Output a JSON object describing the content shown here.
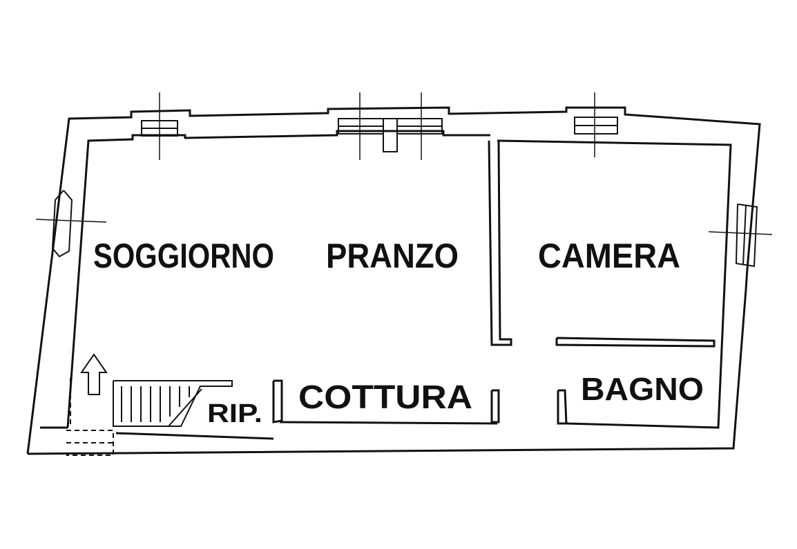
{
  "rooms": {
    "soggiorno": "SOGGIORNO",
    "pranzo": "PRANZO",
    "camera": "CAMERA",
    "cottura": "COTTURA",
    "bagno": "BAGNO",
    "ripostiglio": "RIP."
  },
  "colors": {
    "line": "#111111",
    "background": "#ffffff"
  },
  "icons": {
    "entrance": "up-arrow-icon"
  }
}
